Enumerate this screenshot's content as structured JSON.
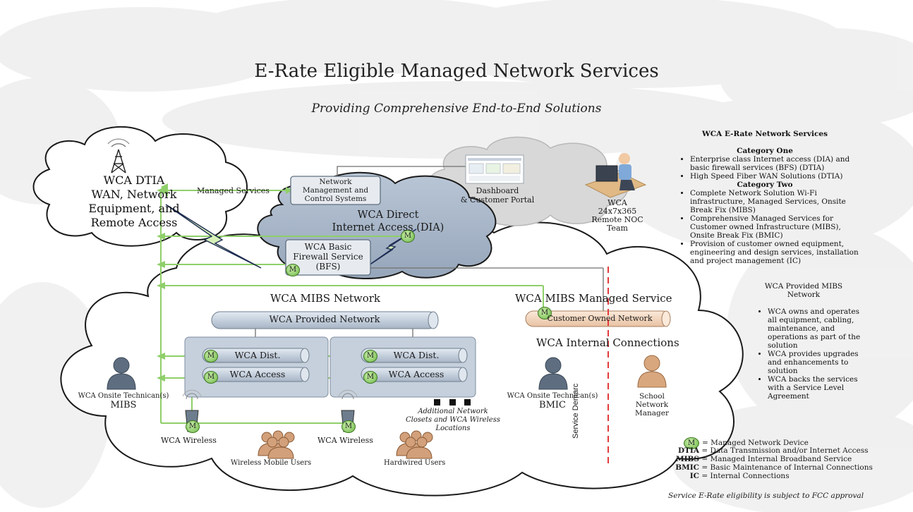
{
  "title": "E-Rate Eligible Managed Network Services",
  "subtitle": "Providing Comprehensive End-to-End Solutions",
  "dtia_cloud": [
    "WCA DTIA",
    "WAN, Network",
    "Equipment, and",
    "Remote Access"
  ],
  "managed_services_label": "Managed Services",
  "nmcs": [
    "Network",
    "Management and",
    "Control Systems"
  ],
  "dashboard": [
    "Dashboard",
    "& Customer Portal"
  ],
  "noc": [
    "WCA",
    "24x7x365",
    "Remote NOC",
    "Team"
  ],
  "dia": [
    "WCA Direct",
    "Internet Access (DIA)"
  ],
  "bfs": [
    "WCA Basic",
    "Firewall Service",
    "(BFS)"
  ],
  "mibs_network": "WCA MIBS Network",
  "mibs_managed_service": "WCA MIBS Managed Service",
  "provided_network": "WCA Provided Network",
  "customer_owned_network": "Customer Owned Network",
  "internal_connections": "WCA Internal Connections",
  "wca_dist": "WCA Dist.",
  "wca_access": "WCA Access",
  "m_badge": "M",
  "onsite_mibs": [
    "WCA Onsite Technican(s)",
    "MIBS"
  ],
  "onsite_bmic": [
    "WCA Onsite Technican(s)",
    "BMIC"
  ],
  "school_manager": [
    "School",
    "Network",
    "Manager"
  ],
  "additional_closets": [
    "Additional Network",
    "Closets and WCA Wireless",
    "Locations"
  ],
  "wca_wireless": "WCA Wireless",
  "wireless_users": "Wireless Mobile Users",
  "hardwired_users": "Hardwired Users",
  "service_demarc": "Service Demarc",
  "services_panel": {
    "heading": "WCA E-Rate Network Services",
    "cat1_heading": "Category One",
    "cat1_items": [
      "Enterprise class Internet access (DIA) and basic firewall services (BFS) (DTIA)",
      "High Speed Fiber WAN Solutions (DTIA)"
    ],
    "cat2_heading": "Category Two",
    "cat2_items": [
      "Complete Network Solution Wi-Fi infrastructure, Managed Services, Onsite Break Fix  (MIBS)",
      "Comprehensive Managed Services for Customer owned Infrastructure (MIBS), Onsite Break Fix (BMIC)",
      "Provision of customer owned equipment, engineering and design services, installation and project management (IC)"
    ]
  },
  "mibs_panel": {
    "heading": [
      "WCA Provided MIBS",
      "Network"
    ],
    "items": [
      "WCA owns and operates all equipment, cabling, maintenance, and operations as part of the solution",
      "WCA provides upgrades and enhancements to solution",
      "WCA backs the services with a Service Level Agreement"
    ]
  },
  "legend": [
    {
      "key": "M",
      "text": "= Managed Network Device"
    },
    {
      "key": "DTIA",
      "text": "= Data Transmission and/or Internet Access"
    },
    {
      "key": "MIBS",
      "text": "= Managed Internal Broadband Service"
    },
    {
      "key": "BMIC",
      "text": "= Basic Maintenance of Internal Connections"
    },
    {
      "key": "IC",
      "text": "= Internal Connections"
    }
  ],
  "footnote": "Service E-Rate eligibility is subject to FCC approval",
  "colors": {
    "green_line": "#8fcf6a",
    "badge_green": "#8ccc62",
    "pipe_blue": "#c6d1de",
    "cloud_dark": "#a9b7c8",
    "cloud_grey": "#d7d7d7",
    "demarc_red": "#e23a3a",
    "copper": "#d9a77e"
  }
}
